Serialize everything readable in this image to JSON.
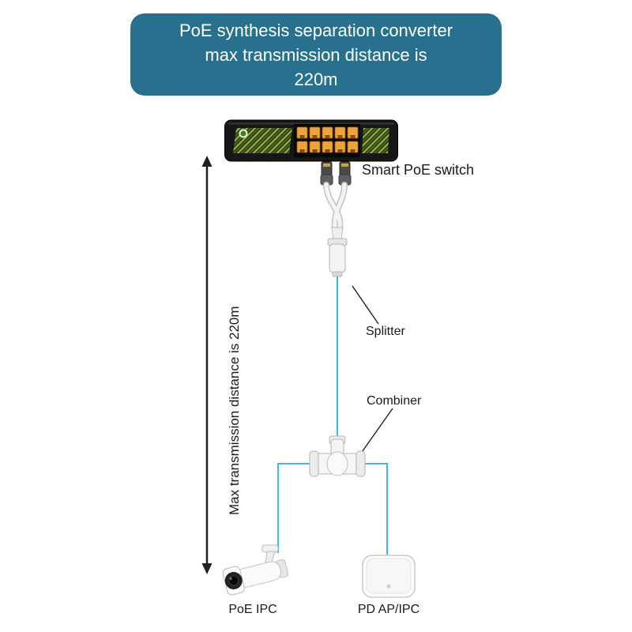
{
  "banner": {
    "lines": [
      "PoE synthesis separation converter",
      "max transmission distance is",
      "220m"
    ],
    "bg_color": "#27718f",
    "text_color": "#ffffff"
  },
  "diagram": {
    "switch_label": "Smart PoE switch",
    "splitter_label": "Splitter",
    "combiner_label": "Combiner",
    "distance_label": "Max transmission distance is 220m",
    "camera_label": "PoE IPC",
    "ap_label": "PD AP/IPC"
  },
  "images": {
    "switch": "poe-switch-multiport",
    "splitter": "poe-splitter-y-cable",
    "combiner": "poe-combiner-t-connector",
    "camera": "bullet-ip-camera",
    "ap": "wireless-access-point"
  },
  "colors": {
    "banner_bg": "#27718f",
    "connection_line": "#45b6e6",
    "arrow_and_text": "#231f20",
    "port_yellow": "#f0a33c",
    "switch_pattern_green": "#90b33e",
    "device_white": "#f4f4f4"
  }
}
